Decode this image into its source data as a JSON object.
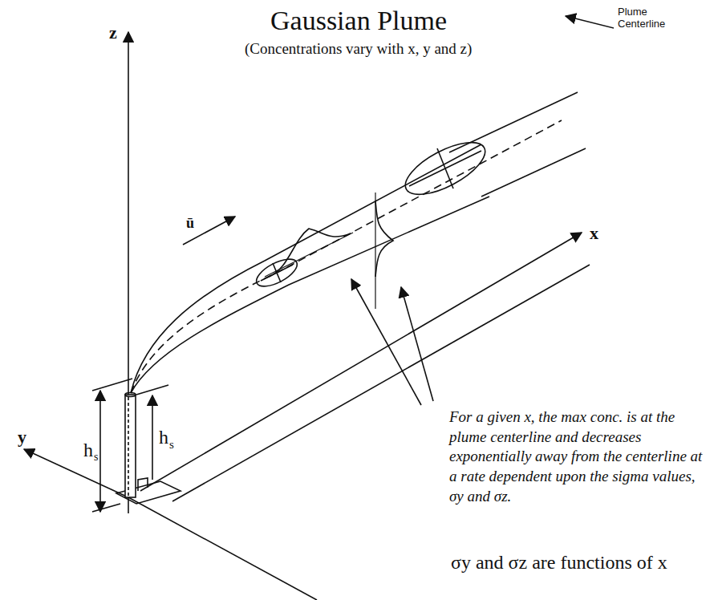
{
  "diagram": {
    "title": "Gaussian Plume",
    "labels": [
      "(Concentrations vary with x, y and z)",
      "Plume Centerline",
      "z",
      "y",
      "x",
      "ū",
      "h",
      "s",
      "h",
      "s",
      "For a given x, the max conc. is at the plume centerline and decreases exponentially away from the centerline at a rate dependent upon the sigma values, σy and σz.",
      "σy and σz are functions of x"
    ]
  }
}
